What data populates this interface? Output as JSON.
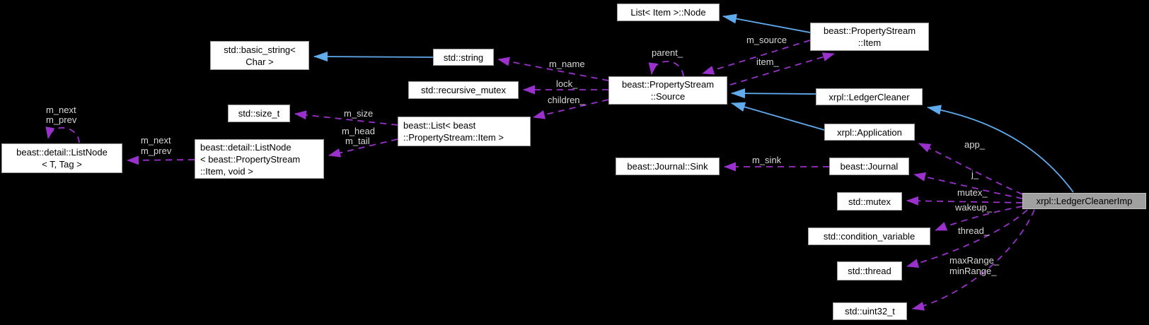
{
  "diagram_type": "collaboration-graph",
  "colors": {
    "background": "#000000",
    "node_fill": "#ffffff",
    "node_border": "#9c9c9c",
    "node_text": "#000000",
    "highlight_node_fill": "#a0a0a0",
    "inheritance_edge": "#60aaee",
    "usage_edge": "#9a31cc",
    "edge_label_text": "#d9d9d9"
  },
  "nodes": {
    "list_item_node": {
      "label": "List< Item >::Node"
    },
    "property_stream_item": {
      "label": "beast::PropertyStream\n::Item"
    },
    "basic_string": {
      "label": "std::basic_string<\nChar >"
    },
    "std_string": {
      "label": "std::string"
    },
    "recursive_mutex": {
      "label": "std::recursive_mutex"
    },
    "property_stream_source": {
      "label": "beast::PropertyStream\n::Source"
    },
    "ledger_cleaner": {
      "label": "xrpl::LedgerCleaner"
    },
    "application": {
      "label": "xrpl::Application"
    },
    "size_t": {
      "label": "std::size_t"
    },
    "beast_list": {
      "label": "beast::List< beast\n::PropertyStream::Item >"
    },
    "listnode_t_tag": {
      "label": "beast::detail::ListNode\n< T, Tag >"
    },
    "listnode_item_void": {
      "label": "beast::detail::ListNode\n< beast::PropertyStream\n::Item, void >"
    },
    "journal_sink": {
      "label": "beast::Journal::Sink"
    },
    "journal": {
      "label": "beast::Journal"
    },
    "std_mutex": {
      "label": "std::mutex"
    },
    "condition_variable": {
      "label": "std::condition_variable"
    },
    "std_thread": {
      "label": "std::thread"
    },
    "uint32_t": {
      "label": "std::uint32_t"
    },
    "ledger_cleaner_imp": {
      "label": "xrpl::LedgerCleanerImp"
    }
  },
  "edge_labels": {
    "m_name": "m_name",
    "lock": "lock_",
    "children": "children_",
    "parent": "parent_",
    "m_source": "m_source",
    "item": "item_",
    "m_sink": "m_sink",
    "app": "app_",
    "j": "j_",
    "mutex": "mutex_",
    "wakeup": "wakeup_",
    "thread": "thread_",
    "max_range": "maxRange_",
    "min_range": "minRange_",
    "m_size": "m_size",
    "m_head": "m_head",
    "m_tail": "m_tail",
    "m_next": "m_next",
    "m_prev": "m_prev"
  }
}
